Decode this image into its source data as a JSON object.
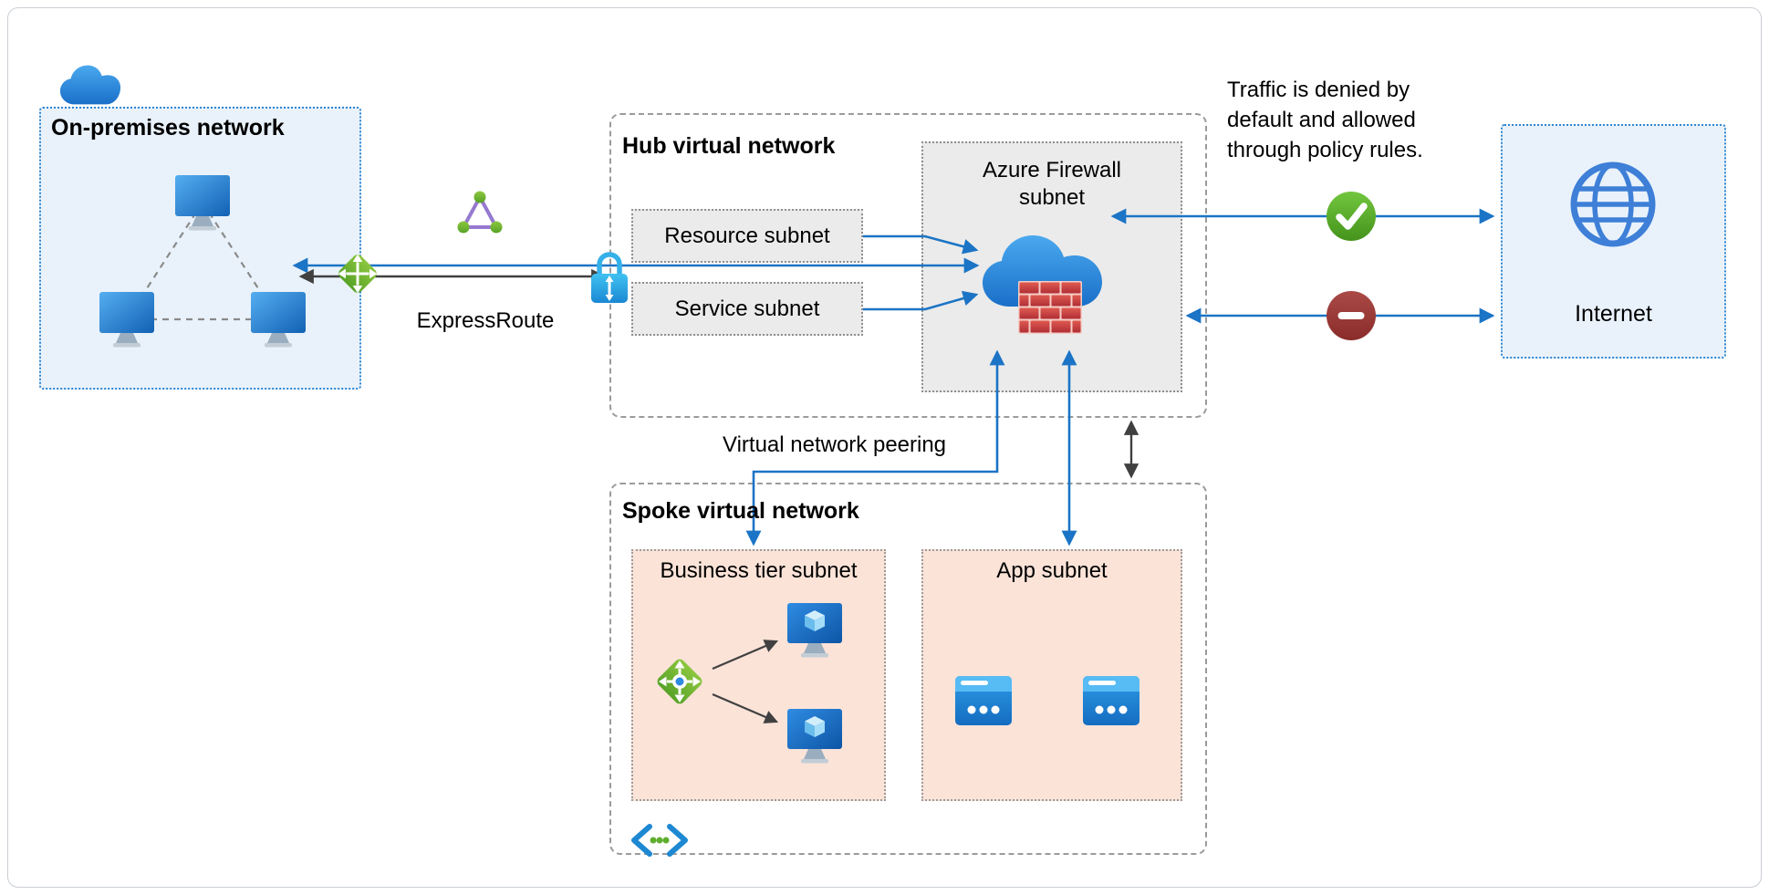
{
  "on_premises": {
    "title": "On-premises network"
  },
  "expressroute": {
    "label": "ExpressRoute"
  },
  "hub": {
    "title": "Hub virtual network",
    "resource_subnet_label": "Resource subnet",
    "service_subnet_label": "Service subnet",
    "firewall_subnet_label": "Azure Firewall subnet"
  },
  "internet": {
    "label": "Internet"
  },
  "annotations": {
    "traffic_note": "Traffic is denied by default and allowed through policy rules.",
    "peering_label": "Virtual network peering"
  },
  "spoke": {
    "title": "Spoke virtual network",
    "business_subnet_label": "Business tier subnet",
    "app_subnet_label": "App subnet"
  },
  "colors": {
    "arrow_blue": "#1b74c5",
    "arrow_dark": "#404040",
    "network_box_fill": "#e9f2fb",
    "network_box_border": "#2e86d1",
    "vnet_dashed_border": "#9b9b9b",
    "subnet_gray_fill": "#ebebeb",
    "subnet_peach_fill": "#fbe3d8",
    "allow_green": "#57a300",
    "deny_red": "#9d3c38",
    "azure_blue": "#2e8ae0",
    "gateway_green": "#6eb82f",
    "expressroute_purple": "#9579cf",
    "firewall_brick_red": "#c73a42"
  },
  "icons": {
    "cloud": "cloud-icon",
    "workstation": "workstation-icon",
    "gateway": "network-gateway-icon",
    "expressroute_circuit": "expressroute-circuit-icon",
    "lock": "lock-icon",
    "firewall": "azure-firewall-icon",
    "allow": "allow-check-icon",
    "deny": "deny-icon",
    "globe": "internet-globe-icon",
    "load_balancer": "load-balancer-icon",
    "vm": "virtual-machine-icon",
    "app_service": "app-service-icon",
    "code_brackets": "code-brackets-icon"
  }
}
